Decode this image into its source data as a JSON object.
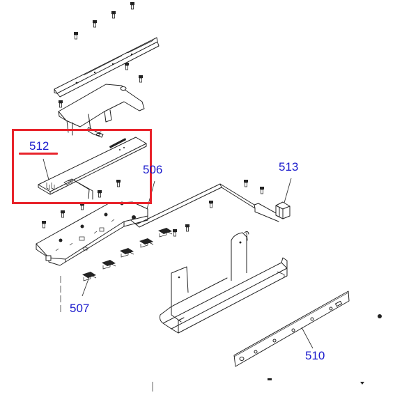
{
  "diagram": {
    "type": "exploded-parts-diagram",
    "callouts": [
      {
        "id": "512",
        "label": "512",
        "highlighted": true
      },
      {
        "id": "506",
        "label": "506",
        "highlighted": false
      },
      {
        "id": "513",
        "label": "513",
        "highlighted": false
      },
      {
        "id": "507",
        "label": "507",
        "highlighted": false
      },
      {
        "id": "510",
        "label": "510",
        "highlighted": false
      }
    ],
    "highlight": {
      "color": "#e8232b",
      "target": "512"
    },
    "callout_color": "#1a1acc"
  }
}
